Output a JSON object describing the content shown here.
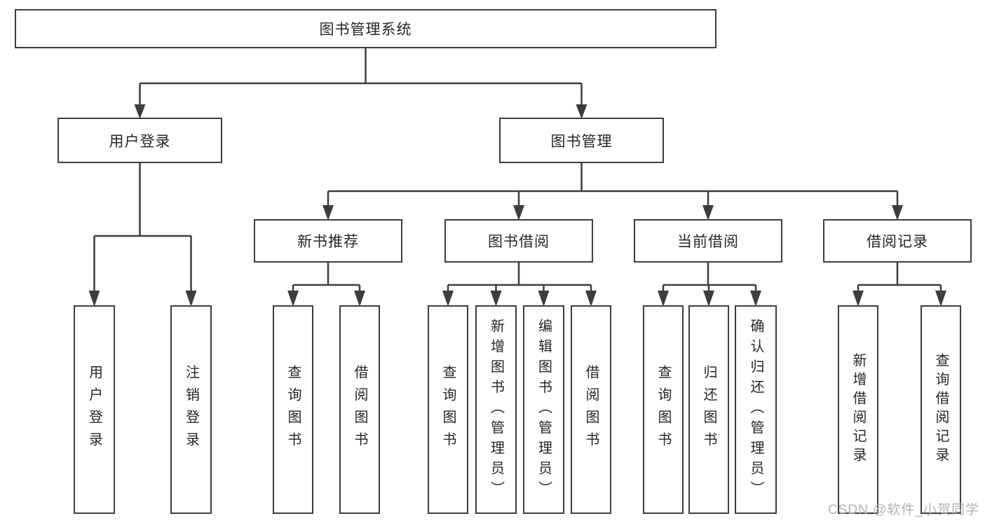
{
  "tree": {
    "root": {
      "label": "图书管理系统"
    },
    "level2": [
      {
        "label": "用户登录",
        "leaves": [
          {
            "label": "用户登录"
          },
          {
            "label": "注销登录"
          }
        ]
      },
      {
        "label": "图书管理",
        "groups": [
          {
            "label": "新书推荐",
            "leaves": [
              {
                "label": "查询图书"
              },
              {
                "label": "借阅图书"
              }
            ]
          },
          {
            "label": "图书借阅",
            "leaves": [
              {
                "label": "查询图书"
              },
              {
                "label": "新增图书（管理员）"
              },
              {
                "label": "编辑图书（管理员）"
              },
              {
                "label": "借阅图书"
              }
            ]
          },
          {
            "label": "当前借阅",
            "leaves": [
              {
                "label": "查询图书"
              },
              {
                "label": "归还图书"
              },
              {
                "label": "确认归还（管理员）"
              }
            ]
          },
          {
            "label": "借阅记录",
            "leaves": [
              {
                "label": "新增借阅记录"
              },
              {
                "label": "查询借阅记录"
              }
            ]
          }
        ]
      }
    ]
  },
  "watermark": {
    "text": "CSDN @软件_小贺同学"
  },
  "colors": {
    "line": "#3d3d3d",
    "box_border": "#3d3d3d",
    "text": "#262626",
    "watermark": "#b2b2b2",
    "background": "#ffffff"
  }
}
